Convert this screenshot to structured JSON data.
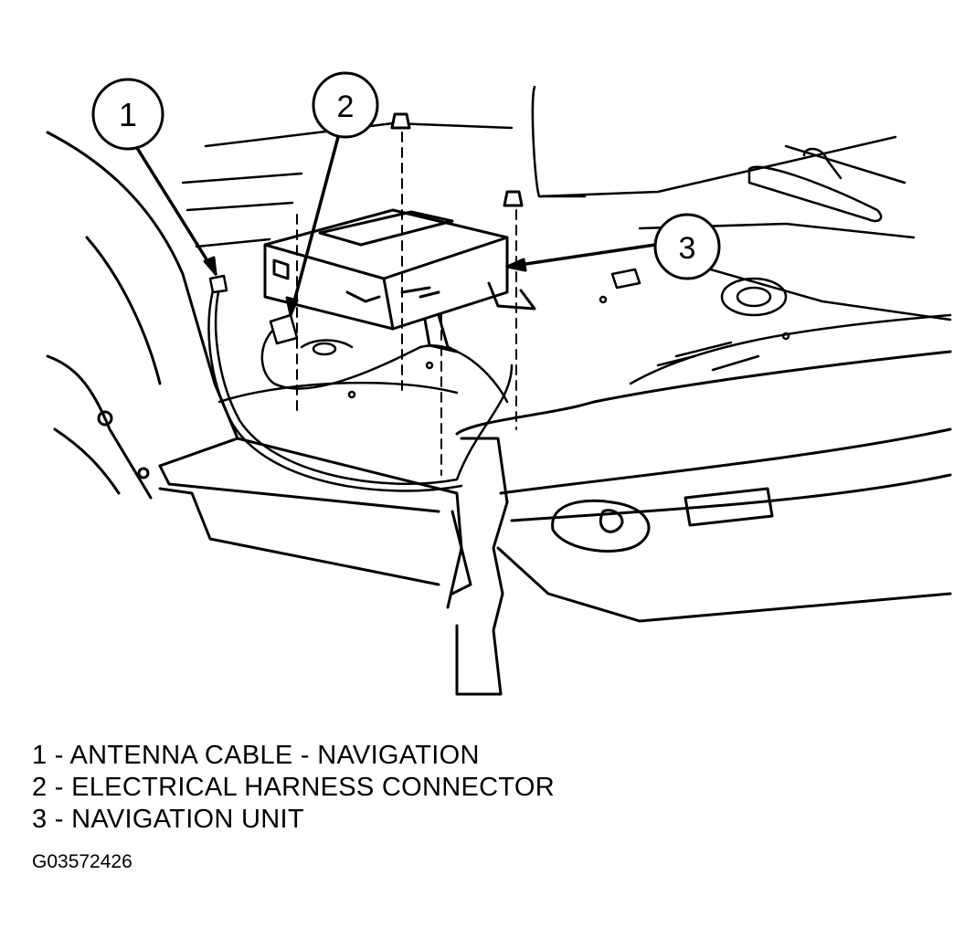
{
  "callouts": [
    {
      "number": "1",
      "label": "ANTENNA CABLE - NAVIGATION"
    },
    {
      "number": "2",
      "label": "ELECTRICAL HARNESS CONNECTOR"
    },
    {
      "number": "3",
      "label": "NAVIGATION UNIT"
    }
  ],
  "legend": [
    "1 - ANTENNA CABLE - NAVIGATION",
    "2 - ELECTRICAL HARNESS CONNECTOR",
    "3 - NAVIGATION UNIT"
  ],
  "figure_id": "G03572426"
}
